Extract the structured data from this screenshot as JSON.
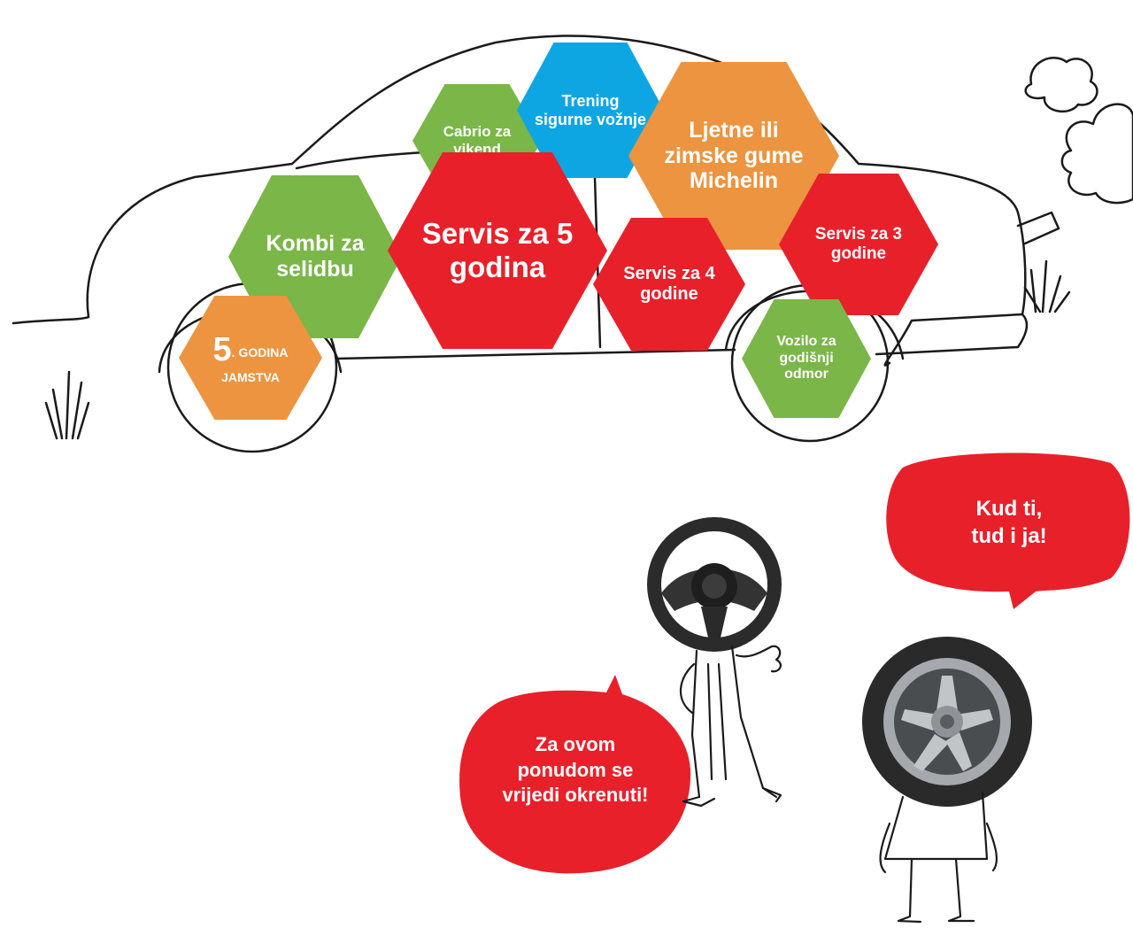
{
  "colors": {
    "red": "#e8202a",
    "green": "#7ab648",
    "orange": "#ec9440",
    "blue": "#0ea6e2",
    "line": "#1a1a1a"
  },
  "hexagons": {
    "cabrio": "Cabrio za vikend",
    "trening": "Trening sigurne vožnje",
    "ljetne": "Ljetne ili zimske gume Michelin",
    "kombi": "Kombi za selidbu",
    "servis5": "Servis za 5 godina",
    "servis4": "Servis za 4 godine",
    "servis3": "Servis za 3 godine",
    "vozilo": "Vozilo za godišnji odmor",
    "jamstvo_number": "5",
    "jamstvo_line1": ". GODINA",
    "jamstvo_line2": "JAMSTVA"
  },
  "bubbles": {
    "kud_line1": "Kud ti,",
    "kud_line2": "tud i ja!",
    "za_line1": "Za ovom",
    "za_line2": "ponudom se",
    "za_line3": "vrijedi okrenuti!"
  },
  "icons": {
    "steering_wheel": "steering-wheel-icon",
    "tire": "tire-icon",
    "exhaust_cloud": "exhaust-cloud-icon",
    "grass": "grass-icon"
  }
}
